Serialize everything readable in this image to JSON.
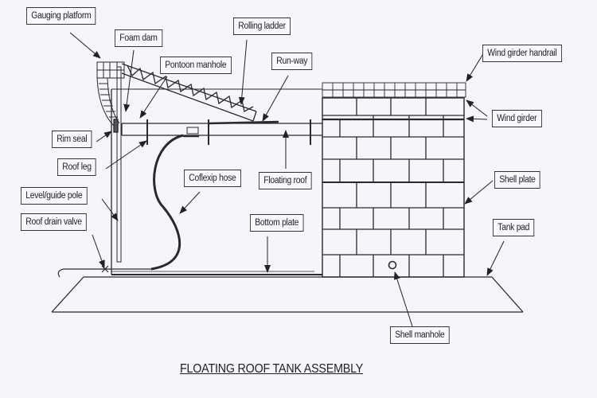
{
  "title": "FLOATING ROOF TANK ASSEMBLY",
  "labels": {
    "gauging_platform": "Gauging platform",
    "foam_dam": "Foam dam",
    "pontoon_manhole": "Pontoon manhole",
    "rolling_ladder": "Rolling ladder",
    "run_way": "Run-way",
    "wind_girder_handrail": "Wind girder handrail",
    "wind_girder": "Wind girder",
    "rim_seal": "Rim seal",
    "roof_leg": "Roof leg",
    "level_guide_pole": "Level/guide pole",
    "roof_drain_valve": "Roof drain valve",
    "coflexip_hose": "Coflexip hose",
    "floating_roof": "Floating roof",
    "bottom_plate": "Bottom plate",
    "shell_plate": "Shell plate",
    "tank_pad": "Tank pad",
    "shell_manhole": "Shell manhole"
  },
  "colors": {
    "line": "#2a2a2a",
    "background": "#f4f6fb"
  }
}
